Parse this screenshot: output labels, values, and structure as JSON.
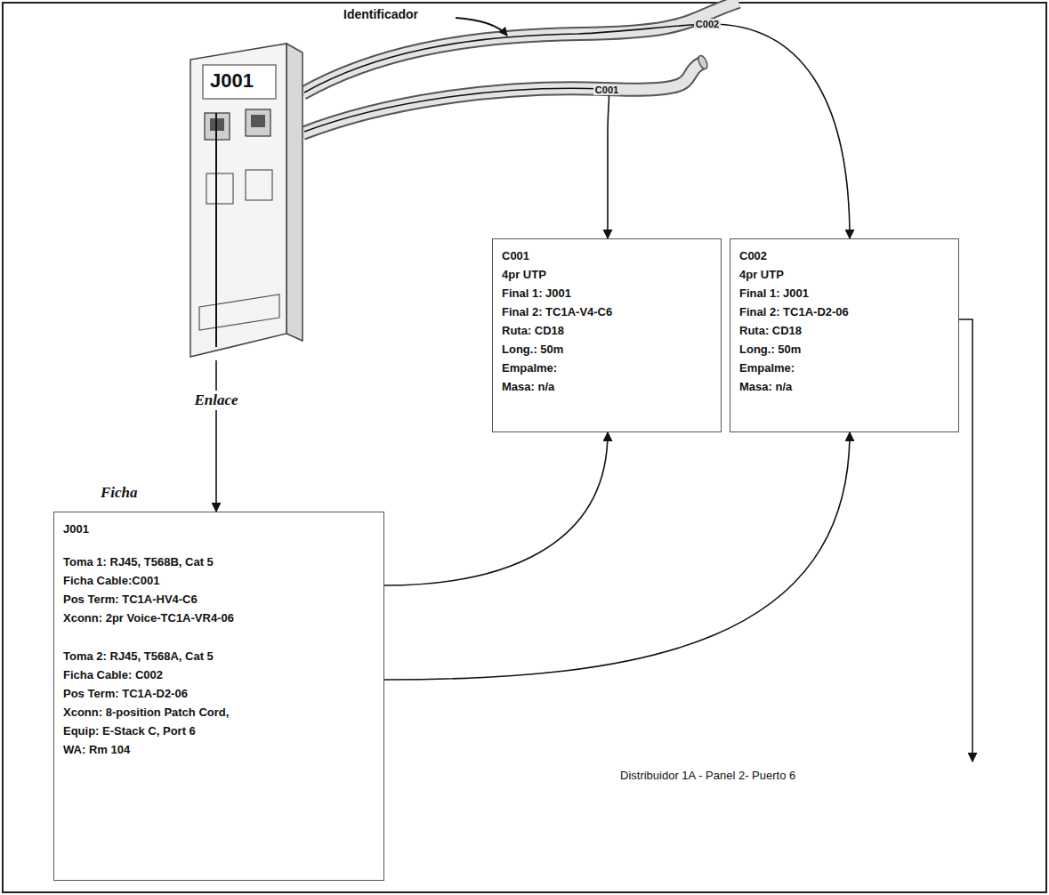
{
  "diagram": {
    "nodes": [
      {
        "text": [
          "J001"
        ]
      },
      {
        "text": [
          "C001",
          "4pr UTP",
          "Final 1: J001",
          "Final 2: TC1A-V4-C6",
          "Ruta: CD18",
          "Long.: 50m",
          "Empalme:",
          "Masa: n/a"
        ]
      },
      {
        "text": [
          "C002",
          "4pr UTP",
          "Final 1: J001",
          "Final 2: TC1A-D2-06",
          "Ruta: CD18",
          "Long.: 50m",
          "Empalme:",
          "Masa: n/a"
        ]
      },
      {
        "text": [
          "Ficha",
          "J001",
          "Toma 1: RJ45, T568B, Cat 5",
          "Ficha Cable:C001",
          "Pos Term: TC1A-HV4-C6",
          "Xconn: 2pr Voice-TC1A-VR4-06",
          "Toma 2: RJ45, T568A, Cat 5",
          "Ficha Cable: C002",
          "Pos Term: TC1A-D2-06",
          "Xconn: 8-position Patch Cord,",
          "Equip: E-Stack C, Port 6",
          "WA: Rm 104"
        ]
      }
    ],
    "edges": [
      {
        "from": 0,
        "to": 3,
        "label": "Enlace",
        "arrow": "to"
      },
      {
        "from": 0,
        "to": 1,
        "label": "C001",
        "arrow": "to"
      },
      {
        "from": 0,
        "to": 2,
        "label": "C002",
        "arrow": "to"
      },
      {
        "from": 3,
        "to": 1,
        "arrow": "to"
      },
      {
        "from": 3,
        "to": 2,
        "arrow": "to"
      }
    ],
    "labels": [
      "Identificador",
      "Distribuidor 1A - Panel 2- Puerto 6"
    ]
  }
}
